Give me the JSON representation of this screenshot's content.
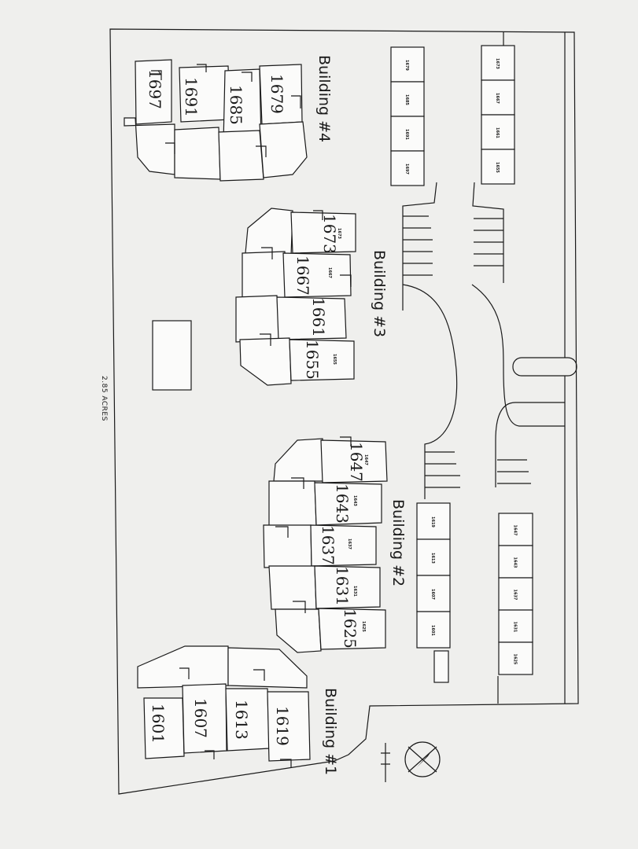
{
  "site": {
    "acreage_label": "2.85 ACRES",
    "background": "#efefed",
    "paper": "#fbfbfa",
    "ink": "#1a1a1a"
  },
  "north_arrow": {
    "icon": "north-arrow-icon"
  },
  "buildings": [
    {
      "label": "Building #1",
      "units": [
        "1601",
        "1607",
        "1613",
        "1619"
      ]
    },
    {
      "label": "Building #2",
      "units": [
        "1625",
        "1631",
        "1637",
        "1643",
        "1647"
      ]
    },
    {
      "label": "Building #3",
      "units": [
        "1655",
        "1661",
        "1667",
        "1673"
      ]
    },
    {
      "label": "Building #4",
      "units": [
        "1679",
        "1685",
        "1691",
        "1697"
      ]
    }
  ],
  "garages": {
    "top_left": [
      "1679",
      "1685",
      "1691",
      "1697"
    ],
    "top_right": [
      "1673",
      "1667",
      "1661",
      "1655"
    ],
    "bottom_left": [
      "1619",
      "1613",
      "1607",
      "1601"
    ],
    "bottom_right": [
      "1647",
      "1643",
      "1637",
      "1631",
      "1625"
    ]
  }
}
